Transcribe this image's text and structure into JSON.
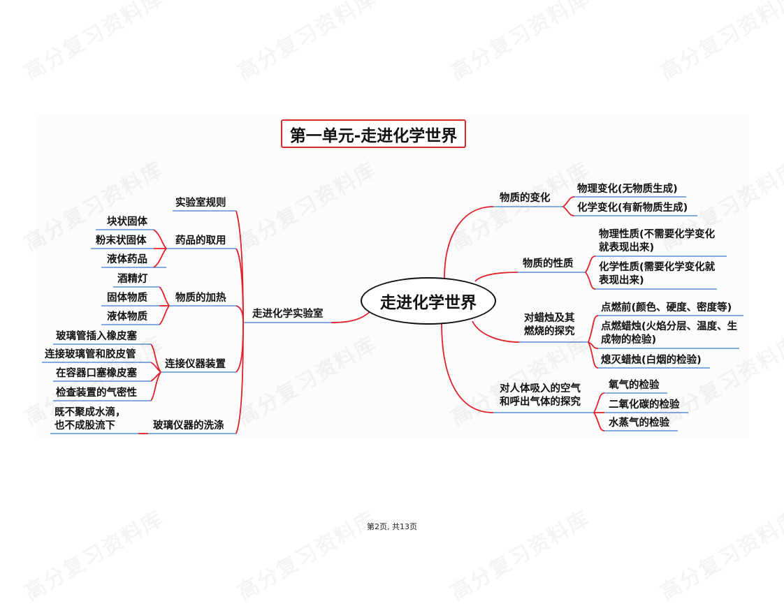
{
  "document": {
    "title": "第一单元-走进化学世界",
    "center": "走进化学世界",
    "watermark": "高分复习资料库",
    "footer": "第2页, 共13页"
  },
  "colors": {
    "connector": "#e0202a",
    "underline": "#5b8fd6",
    "title_border": "#d22b2b"
  },
  "left_branch": {
    "label": "走进化学实验室",
    "children": [
      {
        "label": "实验室规则",
        "children": []
      },
      {
        "label": "药品的取用",
        "children": [
          "块状固体",
          "粉末状固体",
          "液体药品"
        ]
      },
      {
        "label": "物质的加热",
        "children": [
          "酒精灯",
          "固体物质",
          "液体物质"
        ]
      },
      {
        "label": "连接仪器装置",
        "children": [
          "玻璃管插入橡皮塞",
          "连接玻璃管和胶皮管",
          "在容器口塞橡皮塞",
          "检查装置的气密性"
        ]
      },
      {
        "label": "玻璃仪器的洗涤",
        "children": [
          "既不聚成水滴，\n也不成股流下"
        ]
      }
    ]
  },
  "right_branches": [
    {
      "label": "物质的变化",
      "children": [
        "物理变化(无物质生成)",
        "化学变化(有新物质生成)"
      ]
    },
    {
      "label": "物质的性质",
      "children": [
        "物理性质(不需要化学变化就表现出来)",
        "化学性质(需要化学变化就表现出来)"
      ]
    },
    {
      "label": "对蜡烛及其燃烧的探究",
      "children": [
        "点燃前(颜色、硬度、密度等)",
        "点燃蜡烛(火焰分层、温度、生成物的检验)",
        "熄灭蜡烛(白烟的检验)"
      ]
    },
    {
      "label": "对人体吸入的空气和呼出气体的探究",
      "children": [
        "氧气的检验",
        "二氧化碳的检验",
        "水蒸气的检验"
      ]
    }
  ]
}
